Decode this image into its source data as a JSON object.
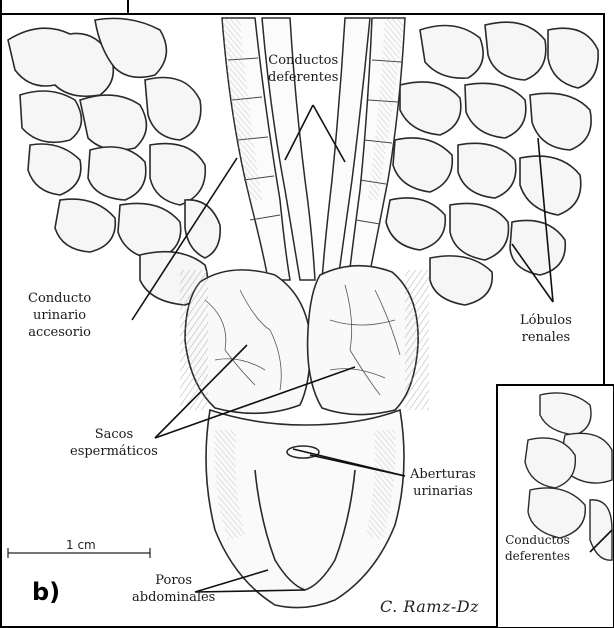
{
  "figure": {
    "panel_letter": "b)",
    "signature": "C. Ramz-Dz",
    "scale_bar_label": "1 cm"
  },
  "labels": {
    "conductos_deferentes": [
      "Conductos",
      "deferentes"
    ],
    "conducto_urinario": [
      "Conducto",
      "urinario",
      "accesorio"
    ],
    "lobulos_renales": [
      "Lóbulos",
      "renales"
    ],
    "sacos_espermaticos": [
      "Sacos",
      "espermáticos"
    ],
    "aberturas_urinarias": [
      "Aberturas",
      "urinarias"
    ],
    "poros_abdominales": [
      "Poros",
      "abdominales"
    ],
    "inset_conductos_deferentes": [
      "Conductos",
      "deferentes"
    ]
  },
  "colors": {
    "line": "#2a2a2a",
    "shade": "#8a8a8a",
    "paper": "#ffffff"
  }
}
